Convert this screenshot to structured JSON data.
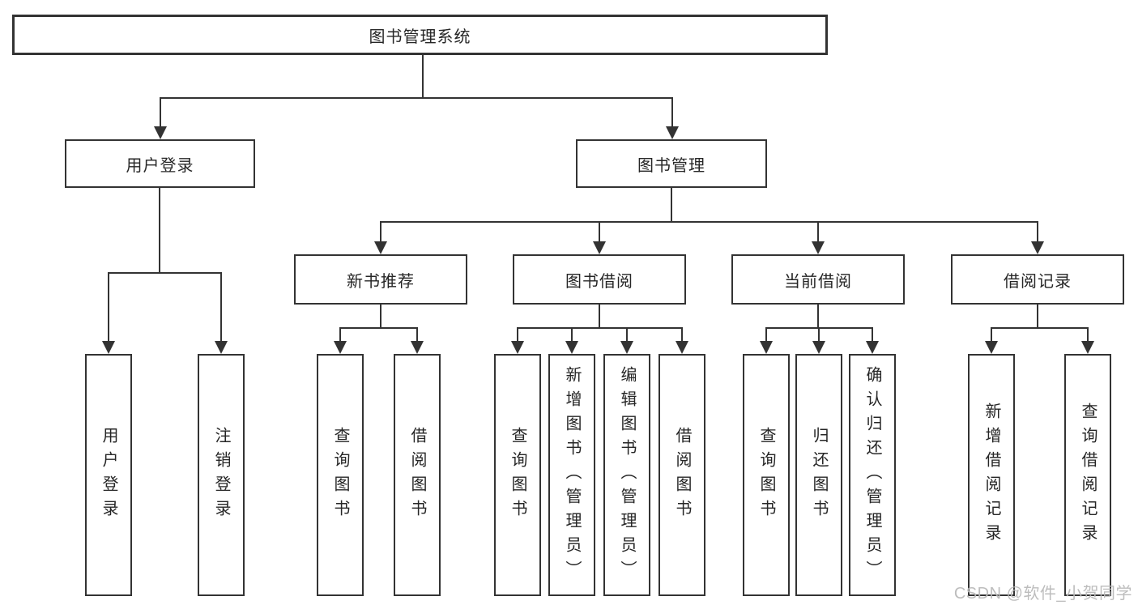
{
  "root": {
    "label": "图书管理系统"
  },
  "user_login": {
    "label": "用户登录",
    "children": [
      {
        "label": "用户登录"
      },
      {
        "label": "注销登录"
      }
    ]
  },
  "book_management": {
    "label": "图书管理",
    "sections": [
      {
        "label": "新书推荐",
        "children": [
          {
            "label": "查询图书"
          },
          {
            "label": "借阅图书"
          }
        ]
      },
      {
        "label": "图书借阅",
        "children": [
          {
            "label": "查询图书"
          },
          {
            "label": "新增图书（管理员）"
          },
          {
            "label": "编辑图书（管理员）"
          },
          {
            "label": "借阅图书"
          }
        ]
      },
      {
        "label": "当前借阅",
        "children": [
          {
            "label": "查询图书"
          },
          {
            "label": "归还图书"
          },
          {
            "label": "确认归还（管理员）"
          }
        ]
      },
      {
        "label": "借阅记录",
        "children": [
          {
            "label": "新增借阅记录"
          },
          {
            "label": "查询借阅记录"
          }
        ]
      }
    ]
  },
  "watermark": {
    "text": "CSDN @软件_小贺同学"
  }
}
